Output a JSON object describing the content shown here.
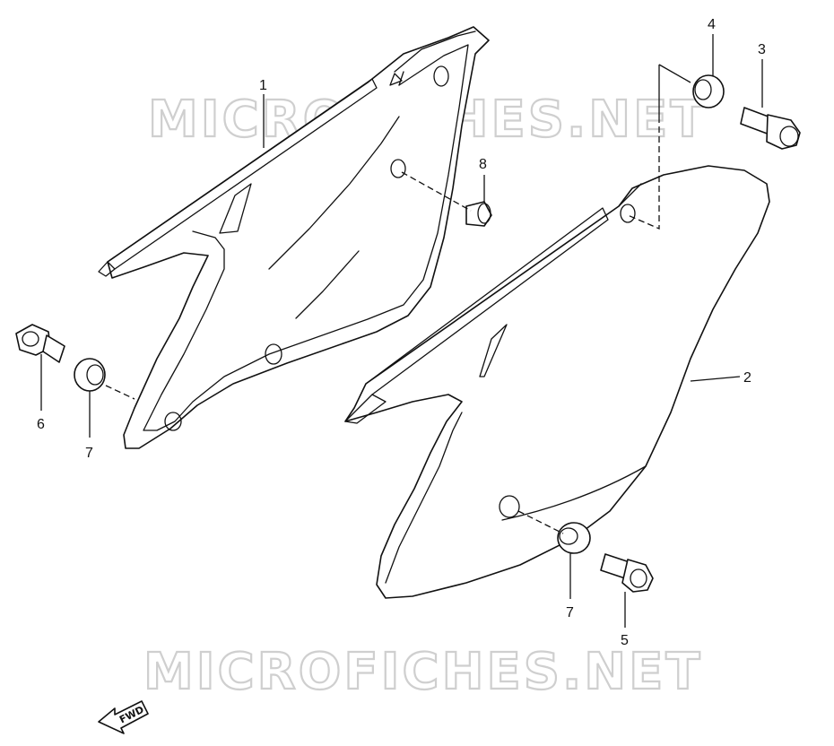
{
  "watermarks": [
    "MICROFICHES.NET",
    "MICROFICHES.NET"
  ],
  "callouts": {
    "c1": "1",
    "c2": "2",
    "c3": "3",
    "c4": "4",
    "c5": "5",
    "c6": "6",
    "c7a": "7",
    "c7b": "7",
    "c8": "8"
  },
  "fwd_label": "FWD",
  "colors": {
    "line": "#111111",
    "watermark": "#cfcfcf",
    "background": "#ffffff"
  }
}
